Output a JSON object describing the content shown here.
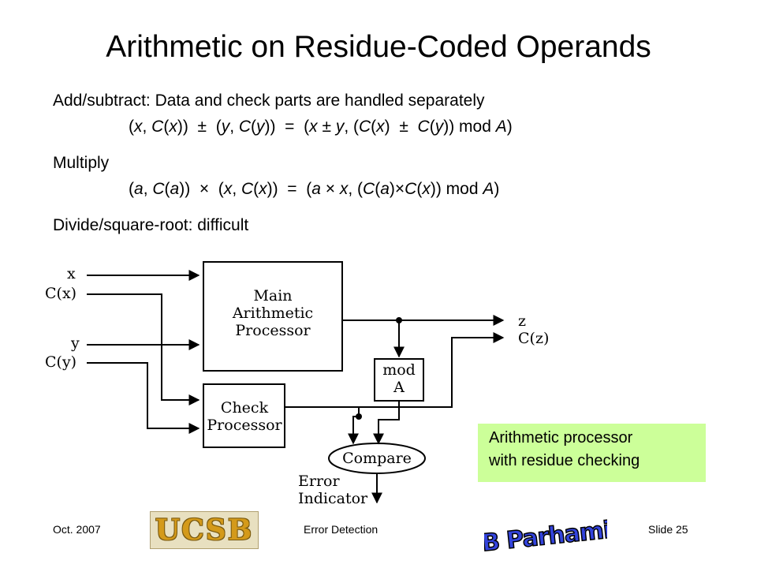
{
  "slide": {
    "title": "Arithmetic on Residue-Coded Operands"
  },
  "body": {
    "add_heading": "Add/subtract: Data and check parts are handled separately",
    "add_formula": [
      "(",
      "x",
      ", ",
      "C",
      "(",
      "x",
      "))  ±  (",
      "y",
      ", ",
      "C",
      "(",
      "y",
      "))  =  (",
      "x",
      " ± ",
      "y",
      ", (",
      "C",
      "(",
      "x",
      ")  ±  ",
      "C",
      "(",
      "y",
      ")) mod ",
      "A",
      ")"
    ],
    "multiply_heading": "Multiply",
    "multiply_formula": [
      "(",
      "a",
      ", ",
      "C",
      "(",
      "a",
      "))  ×  (",
      "x",
      ", ",
      "C",
      "(",
      "x",
      "))  =  (",
      "a",
      " × ",
      "x",
      ", (",
      "C",
      "(",
      "a",
      ")×",
      "C",
      "(",
      "x",
      ")) mod ",
      "A",
      ")"
    ],
    "divide_heading": "Divide/square-root: difficult"
  },
  "diagram": {
    "inputs": {
      "x": "x",
      "cx": "C(x)",
      "y": "y",
      "cy": "C(y)"
    },
    "main_processor": [
      "Main",
      "Arithmetic",
      "Processor"
    ],
    "check_processor": [
      "Check",
      "Processor"
    ],
    "mod_box": [
      "mod",
      "A"
    ],
    "compare": "Compare",
    "outputs": {
      "z": "z",
      "cz": "C(z)"
    },
    "error_indicator": [
      "Error",
      "Indicator"
    ],
    "caption": [
      "Arithmetic processor",
      "with residue checking"
    ]
  },
  "footer": {
    "date": "Oct. 2007",
    "title": "Error Detection",
    "slide": "Slide 25",
    "ucsb_logo_text": "UCSB",
    "author_logo_text": "B Parhami"
  },
  "colors": {
    "caption_bg": "#ccff99",
    "ucsb_gold": "#d49a1a"
  }
}
